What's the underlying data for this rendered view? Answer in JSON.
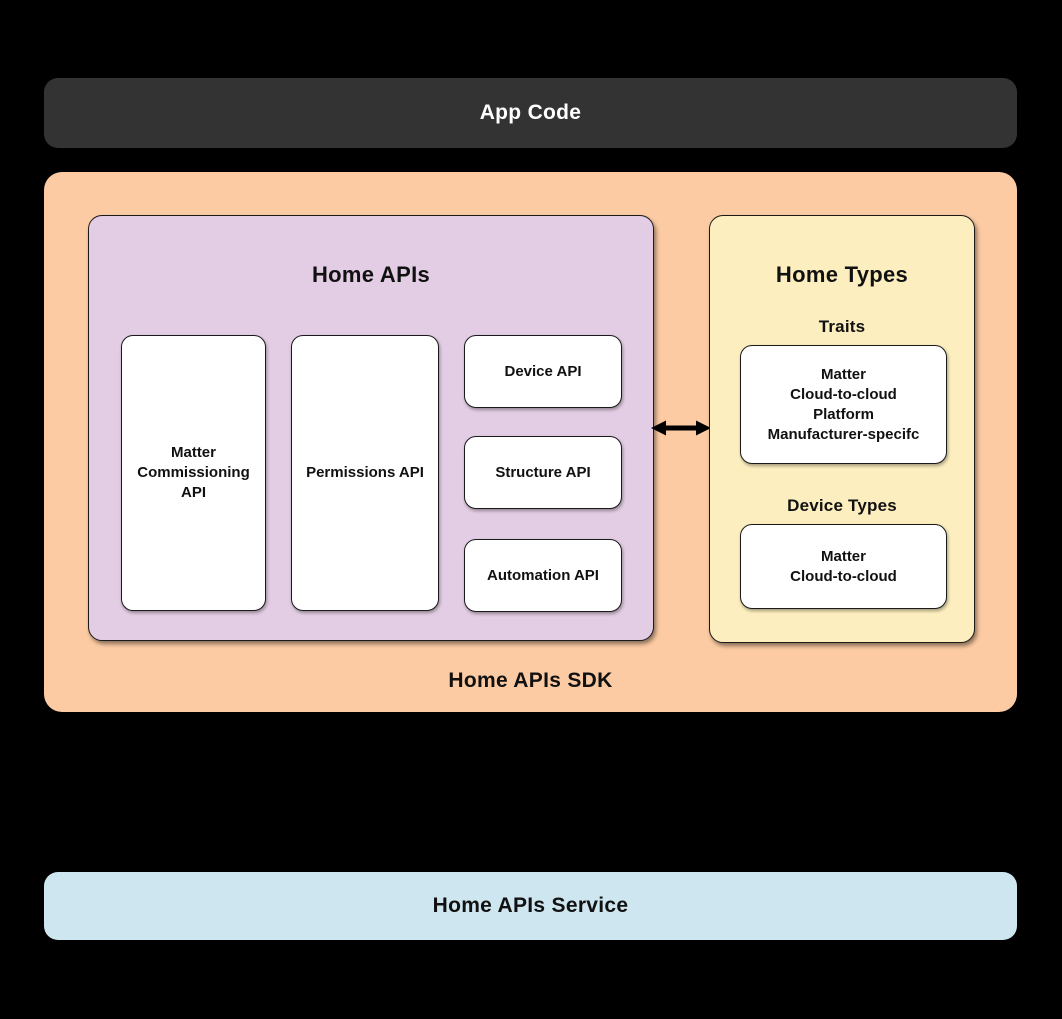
{
  "colors": {
    "background": "#000000",
    "app_code_bar": "#333333",
    "sdk_container": "#FCCBA3",
    "home_apis_box": "#E3CDE4",
    "home_types_box": "#FCEEBE",
    "service_bar": "#CEE6EF",
    "card_background": "#FFFFFF",
    "text_dark": "#111111",
    "text_light": "#FFFFFF"
  },
  "app_code": {
    "label": "App Code"
  },
  "sdk": {
    "label": "Home APIs SDK",
    "home_apis": {
      "title": "Home APIs",
      "matter_commissioning_api": "Matter Commissioning API",
      "permissions_api": "Permissions API",
      "device_api": "Device API",
      "structure_api": "Structure API",
      "automation_api": "Automation API"
    },
    "home_types": {
      "title": "Home Types",
      "traits_label": "Traits",
      "traits_lines": [
        "Matter",
        "Cloud-to-cloud",
        "Platform",
        "Manufacturer-specifc"
      ],
      "device_types_label": "Device Types",
      "device_types_lines": [
        "Matter",
        "Cloud-to-cloud"
      ]
    }
  },
  "service": {
    "label": "Home APIs Service"
  }
}
